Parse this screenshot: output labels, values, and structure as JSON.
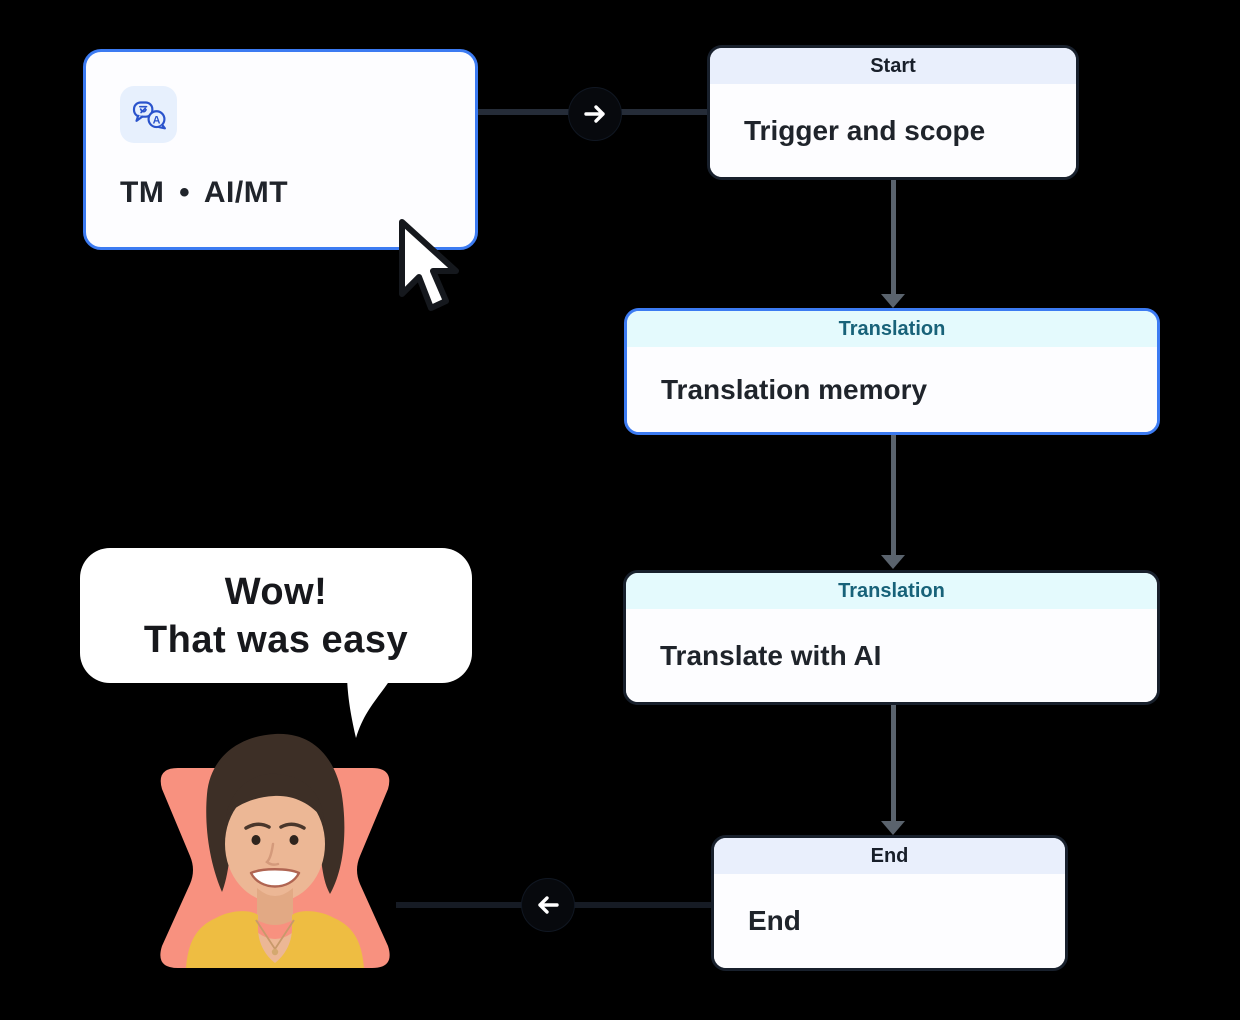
{
  "source_card": {
    "label": "TM • AI/MT",
    "icon": "translate-icon"
  },
  "flow": {
    "nodes": [
      {
        "id": "start",
        "header": "Start",
        "body": "Trigger and scope",
        "style": "dark-border"
      },
      {
        "id": "tm",
        "header": "Translation",
        "body": "Translation memory",
        "style": "blue-border"
      },
      {
        "id": "ai",
        "header": "Translation",
        "body": "Translate with AI",
        "style": "dark-border"
      },
      {
        "id": "end",
        "header": "End",
        "body": "End",
        "style": "dark-border"
      }
    ],
    "connectors": [
      "source-to-start-right-arrow",
      "start-to-translation-memory",
      "translation-memory-to-translate-with-ai",
      "translate-with-ai-to-end",
      "end-to-person-left-arrow"
    ]
  },
  "speech_bubble": {
    "line1": "Wow!",
    "line2": "That was easy"
  },
  "icons": {
    "translate": "translate-icon",
    "arrow_right": "arrow-right-icon",
    "arrow_left": "arrow-left-icon",
    "cursor": "cursor-pointer-icon"
  },
  "colors": {
    "canvas_bg": "#000000",
    "accent_blue": "#3c7bf2",
    "node_dark_border": "#18202c",
    "header_periwinkle": "#e9effc",
    "header_cyan": "#e4fafd",
    "teal_text": "#186279",
    "body_text": "#1f242b",
    "coral": "#f8917f",
    "yellow_top": "#eebd42"
  }
}
